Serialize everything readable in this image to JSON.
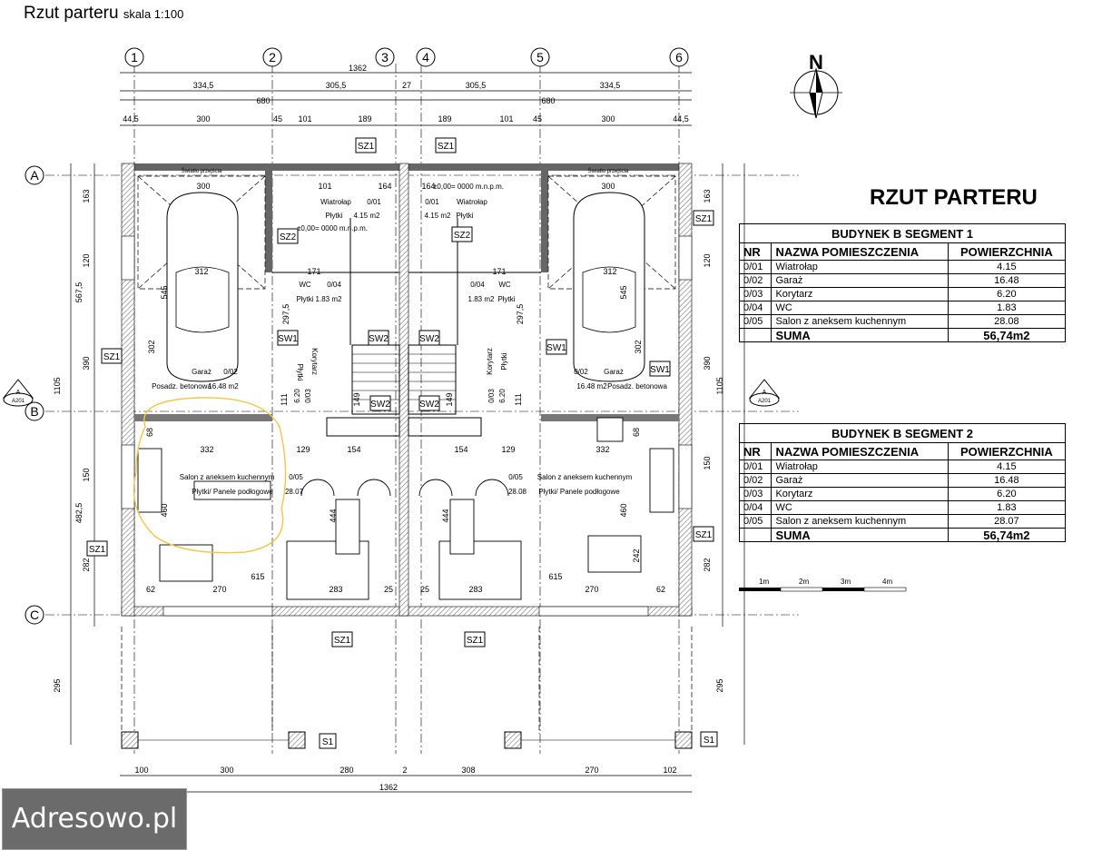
{
  "header": {
    "title": "Rzut parteru",
    "scale": "skala 1:100"
  },
  "plan_title": "RZUT PARTERU",
  "north_label": "N",
  "watermark": "Adresowo.pl",
  "axes": {
    "columns": [
      "1",
      "2",
      "3",
      "4",
      "5",
      "6"
    ],
    "rows": [
      "A",
      "B",
      "C"
    ]
  },
  "dims": {
    "overall": "1362",
    "top_row2": [
      "334,5",
      "305,5",
      "27",
      "305,5",
      "334,5"
    ],
    "half": "680",
    "top_row3": [
      "44,5",
      "300",
      "45",
      "101",
      "189",
      "189",
      "101",
      "45",
      "300",
      "44,5"
    ],
    "left": [
      "163",
      "120",
      "567,5",
      "390",
      "1105",
      "150",
      "482,5",
      "282",
      "295"
    ],
    "right": [
      "163",
      "120",
      "390",
      "1105",
      "150",
      "282",
      "295"
    ],
    "bottom": [
      "100",
      "300",
      "280",
      "2",
      "308",
      "270",
      "102"
    ],
    "bottom_total": "1362"
  },
  "labels": {
    "sz1": "SZ1",
    "sz2": "SZ2",
    "sw1": "SW1",
    "sw2": "SW2",
    "s1": "S1",
    "section": "A",
    "section_ref": "A201",
    "wiatrolap": "Wiatrołap",
    "plytki": "Płytki",
    "wc": "WC",
    "korytarz": "Korytarz",
    "garaz": "Garaż",
    "posadzka_l": "Posadz. betonowa",
    "posadzka_r": "Posadz. betonowa",
    "salon": "Salon z aneksem kuchennym",
    "salon_floor": "Płytki/ Panele podłogowe",
    "swiatlo": "Światło przejścia",
    "level": "±0,00= 0000 m.n.p.m.",
    "r01": "0/01",
    "r02": "0/02",
    "r03": "0/03",
    "r04": "0/04",
    "r05": "0/05",
    "a01": "4.15 m2",
    "a02l": "16.48 m2",
    "a02r": "16.48 m2",
    "a04": "1.83 m2",
    "a03": "6.20",
    "a05l": "28.07",
    "a05r": "28.08",
    "d312": "312",
    "d332": "332",
    "d129": "129",
    "d154": "154",
    "d615": "615",
    "d270": "270",
    "d283": "283",
    "d62": "62",
    "d25": "25",
    "d444": "444",
    "d460": "460",
    "d302": "302",
    "d297": "297,5",
    "d171": "171",
    "d164": "164",
    "d545": "545",
    "d242": "242",
    "d68": "68",
    "d111": "111",
    "d149": "149"
  },
  "tables": [
    {
      "title": "BUDYNEK B SEGMENT 1",
      "headers": [
        "NR",
        "NAZWA POMIESZCZENIA",
        "POWIERZCHNIA"
      ],
      "rows": [
        [
          "0/01",
          "Wiatrołap",
          "4.15"
        ],
        [
          "0/02",
          "Garaż",
          "16.48"
        ],
        [
          "0/03",
          "Korytarz",
          "6.20"
        ],
        [
          "0/04",
          "WC",
          "1.83"
        ],
        [
          "0/05",
          "Salon z aneksem kuchennym",
          "28.08"
        ]
      ],
      "sum_label": "SUMA",
      "sum_value": "56,74m2"
    },
    {
      "title": "BUDYNEK B SEGMENT 2",
      "headers": [
        "NR",
        "NAZWA POMIESZCZENIA",
        "POWIERZCHNIA"
      ],
      "rows": [
        [
          "0/01",
          "Wiatrołap",
          "4.15"
        ],
        [
          "0/02",
          "Garaż",
          "16.48"
        ],
        [
          "0/03",
          "Korytarz",
          "6.20"
        ],
        [
          "0/04",
          "WC",
          "1.83"
        ],
        [
          "0/05",
          "Salon z aneksem kuchennym",
          "28.07"
        ]
      ],
      "sum_label": "SUMA",
      "sum_value": "56,74m2"
    }
  ],
  "scalebar": [
    "1m",
    "2m",
    "3m",
    "4m"
  ],
  "colors": {
    "wall": "#555555",
    "hatch": "#888888",
    "highlight": "#f2c64a"
  }
}
